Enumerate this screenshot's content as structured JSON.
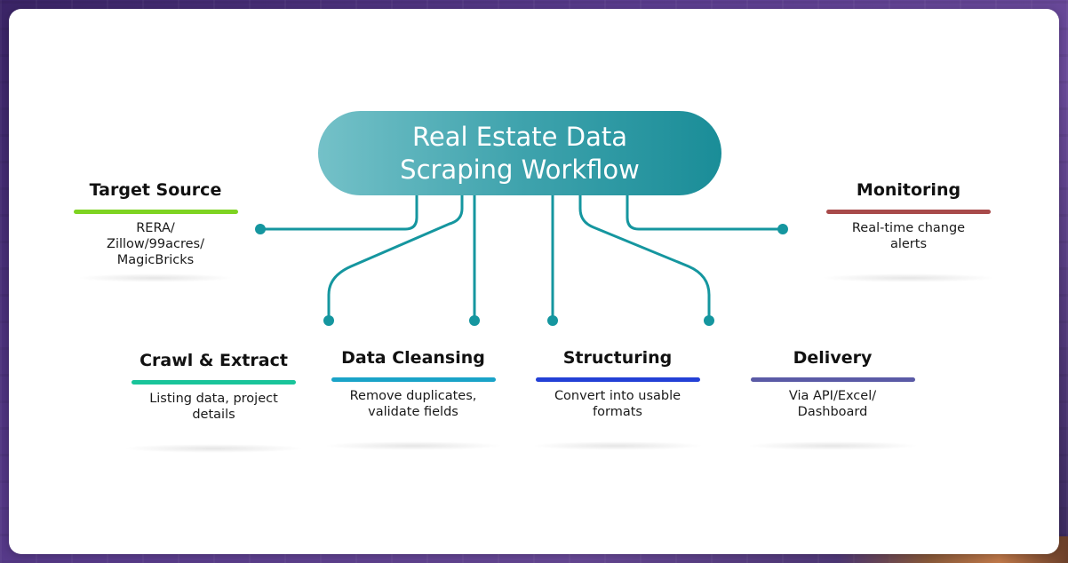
{
  "diagram": {
    "title": "Real Estate Data\nScraping Workflow",
    "colors": {
      "connector": "#15969f",
      "pill_start": "#74c1c8",
      "pill_end": "#1a8d98"
    },
    "nodes": {
      "target_source": {
        "title": "Target Source",
        "desc": "RERA/\nZillow/99acres/\nMagicBricks",
        "color": "#7ed321"
      },
      "crawl_extract": {
        "title": "Crawl & Extract",
        "desc": "Listing data, project\ndetails",
        "color": "#19c49a"
      },
      "data_cleansing": {
        "title": "Data Cleansing",
        "desc": "Remove duplicates,\nvalidate fields",
        "color": "#1aa3c8"
      },
      "structuring": {
        "title": "Structuring",
        "desc": "Convert into usable\nformats",
        "color": "#2340d6"
      },
      "delivery": {
        "title": "Delivery",
        "desc": "Via API/Excel/\nDashboard",
        "color": "#5a5aa6"
      },
      "monitoring": {
        "title": "Monitoring",
        "desc": "Real-time change\nalerts",
        "color": "#a84a4a"
      }
    }
  }
}
